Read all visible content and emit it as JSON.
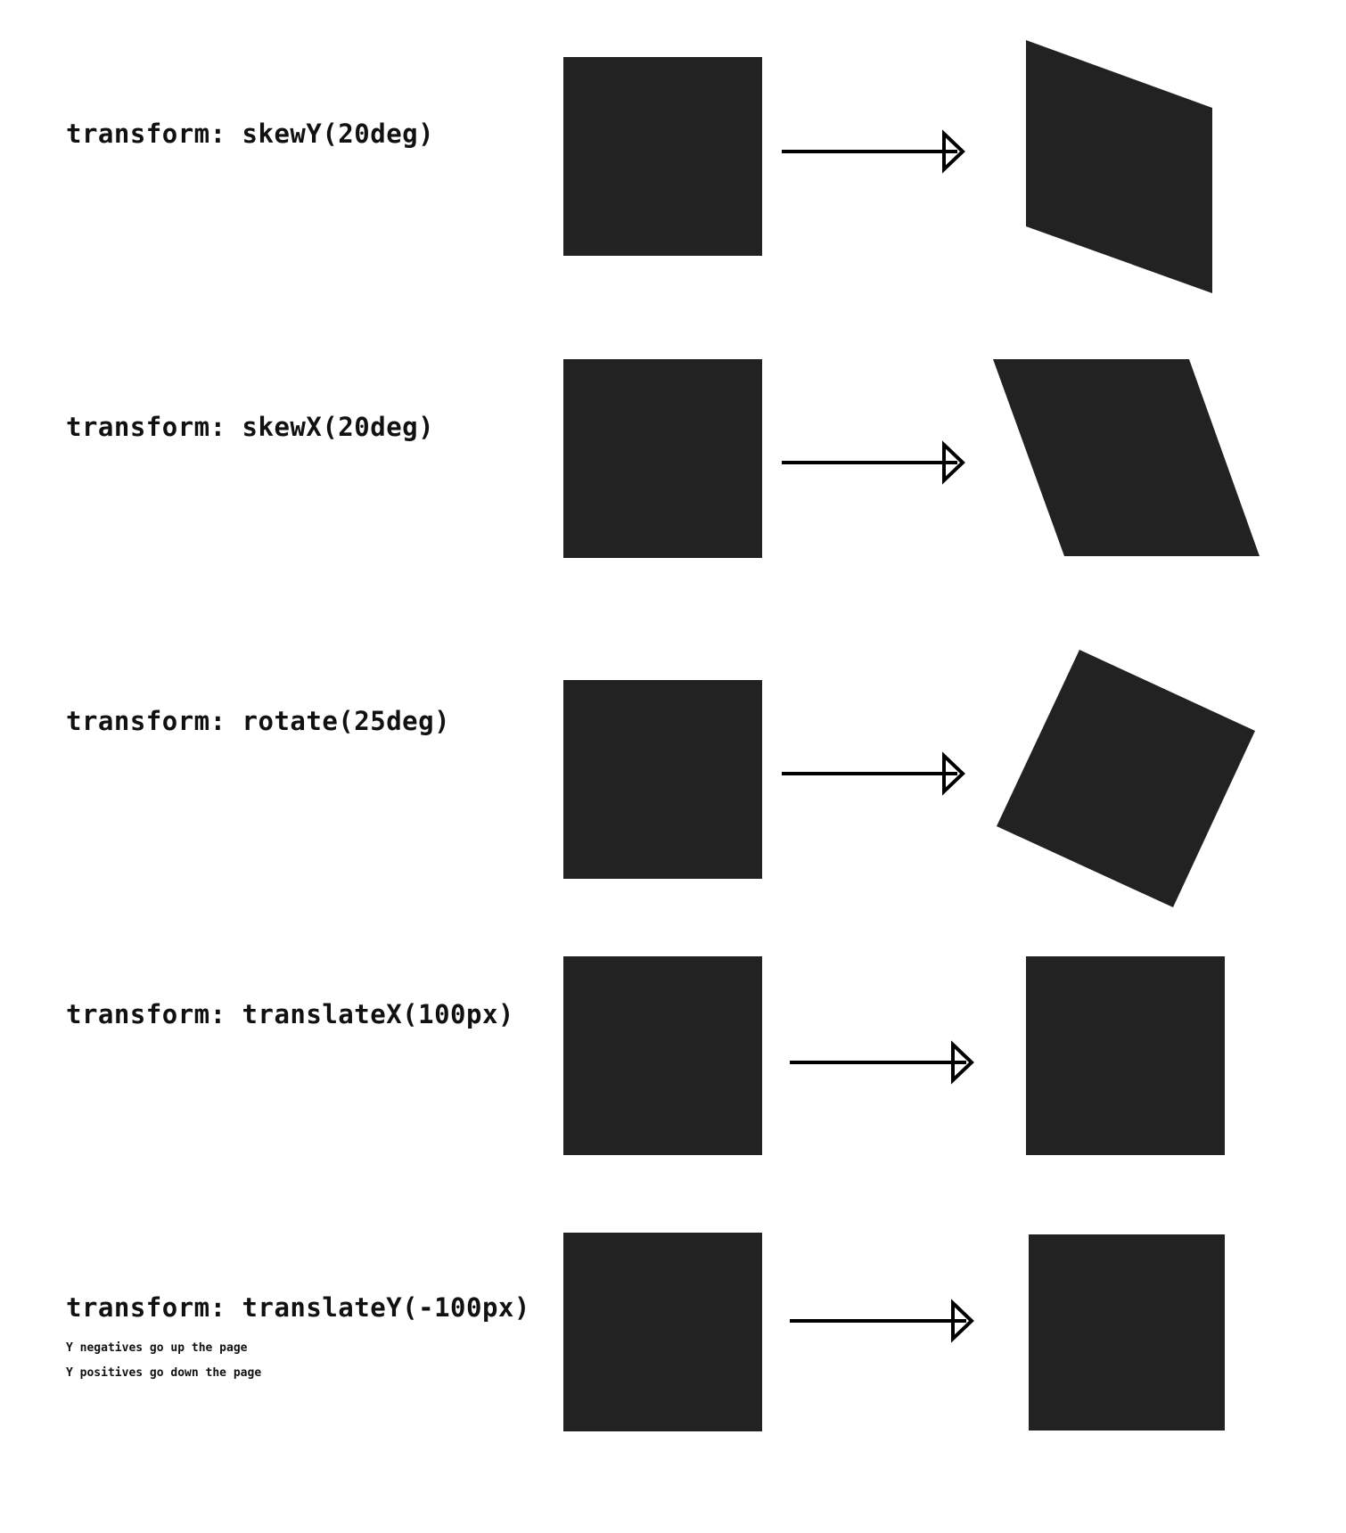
{
  "colors": {
    "shape": "#222222",
    "arrow": "#000000",
    "text": "#111111",
    "background": "#ffffff"
  },
  "rows": [
    {
      "label": "transform: skewY(20deg)"
    },
    {
      "label": "transform: skewX(20deg)"
    },
    {
      "label": "transform: rotate(25deg)"
    },
    {
      "label": "transform: translateX(100px)"
    },
    {
      "label": "transform: translateY(-100px)",
      "notes": [
        "Y negatives go up the page",
        "Y positives go down the page"
      ]
    }
  ]
}
